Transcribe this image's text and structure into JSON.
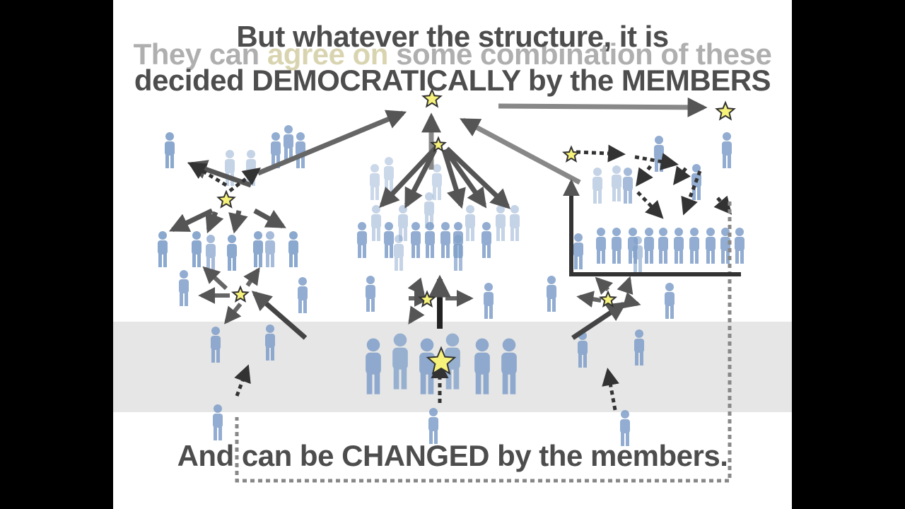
{
  "slide": {
    "ghost_caption": {
      "before": "They can ",
      "highlight": "agree on",
      "after": " some combination of these"
    },
    "caption_line1": "But whatever the structure, it is",
    "caption_line2": "decided DEMOCRATICALLY by the MEMBERS",
    "caption_bottom": "And can be CHANGED by the members."
  },
  "colors": {
    "background": "#ffffff",
    "letterbox": "#000000",
    "band": "#e6e6e6",
    "person": "#7f9fc9",
    "arrow": "#555555",
    "star_fill": "#f6f27a",
    "star_stroke": "#333333",
    "caption": "#4d4d4d"
  },
  "icons": [
    "person-icon",
    "star-icon",
    "arrow-icon",
    "dotted-arrow-icon"
  ]
}
